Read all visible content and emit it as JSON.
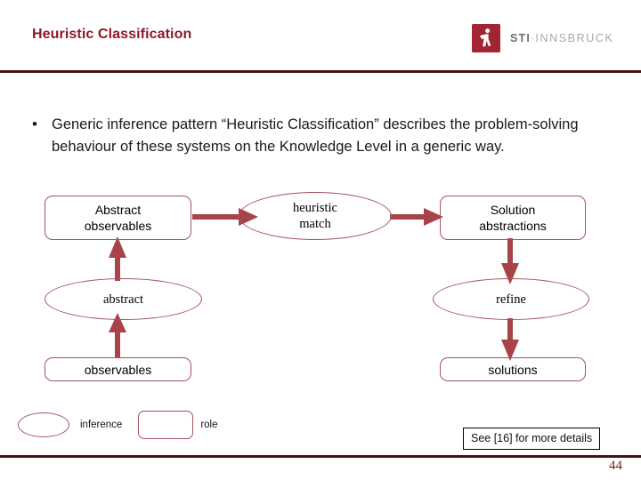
{
  "slide": {
    "title": "Heuristic Classification",
    "page_number": "44",
    "accent_color": "#8c1a27",
    "rule_color": "#4a1012",
    "diagram_stroke_color": "#a1555c",
    "arrow_color": "#a8434a"
  },
  "logo": {
    "mark_name": "sti-figure-icon",
    "mark_color": "#a32432",
    "text_sti": "STI",
    "text_dot": "·",
    "text_innsbruck": "INNSBRUCK"
  },
  "bullets": [
    {
      "marker": "•",
      "text": "Generic inference pattern “Heuristic Classification” describes the problem-solving behaviour of these systems on the Knowledge Level in a generic way."
    }
  ],
  "diagram": {
    "nodes": [
      {
        "id": "abstract-observables",
        "label": "Abstract\nobservables",
        "shape": "rect"
      },
      {
        "id": "heuristic-match",
        "label": "heuristic\nmatch",
        "shape": "ellipse"
      },
      {
        "id": "solution-abstractions",
        "label": "Solution\nabstractions",
        "shape": "rect"
      },
      {
        "id": "abstract",
        "label": "abstract",
        "shape": "ellipse"
      },
      {
        "id": "refine",
        "label": "refine",
        "shape": "ellipse"
      },
      {
        "id": "observables",
        "label": "observables",
        "shape": "rect"
      },
      {
        "id": "solutions",
        "label": "solutions",
        "shape": "rect"
      }
    ],
    "node_labels": {
      "abstract_observables_line1": "Abstract",
      "abstract_observables_line2": "observables",
      "heuristic_match_line1": "heuristic",
      "heuristic_match_line2": "match",
      "solution_abstractions_line1": "Solution",
      "solution_abstractions_line2": "abstractions",
      "abstract": "abstract",
      "refine": "refine",
      "observables": "observables",
      "solutions": "solutions"
    },
    "edges": [
      {
        "from": "abstract-observables",
        "to": "heuristic-match",
        "direction": "right"
      },
      {
        "from": "heuristic-match",
        "to": "solution-abstractions",
        "direction": "right"
      },
      {
        "from": "observables",
        "to": "abstract",
        "direction": "up"
      },
      {
        "from": "abstract",
        "to": "abstract-observables",
        "direction": "up"
      },
      {
        "from": "solution-abstractions",
        "to": "refine",
        "direction": "down"
      },
      {
        "from": "refine",
        "to": "solutions",
        "direction": "down"
      }
    ]
  },
  "legend": {
    "inference_label": "inference",
    "role_label": "role"
  },
  "footnote": {
    "text": "See [16] for more details"
  }
}
